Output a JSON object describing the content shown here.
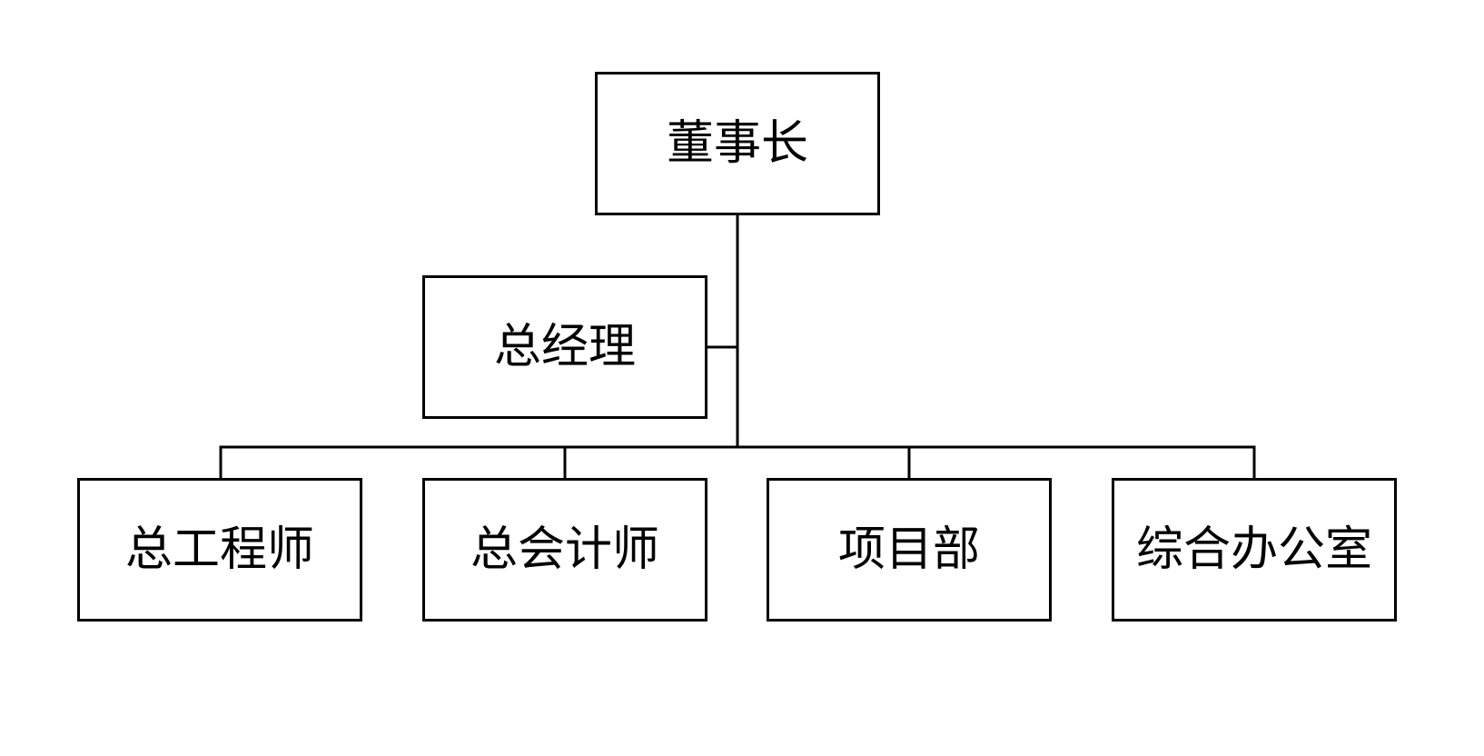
{
  "org_chart": {
    "chairman": "董事长",
    "general_manager": "总经理",
    "departments": [
      {
        "label": "总工程师"
      },
      {
        "label": "总会计师"
      },
      {
        "label": "项目部"
      },
      {
        "label": "综合办公室"
      }
    ]
  },
  "colors": {
    "line": "#000000",
    "box_border": "#000000",
    "background": "#ffffff",
    "text": "#000000"
  }
}
